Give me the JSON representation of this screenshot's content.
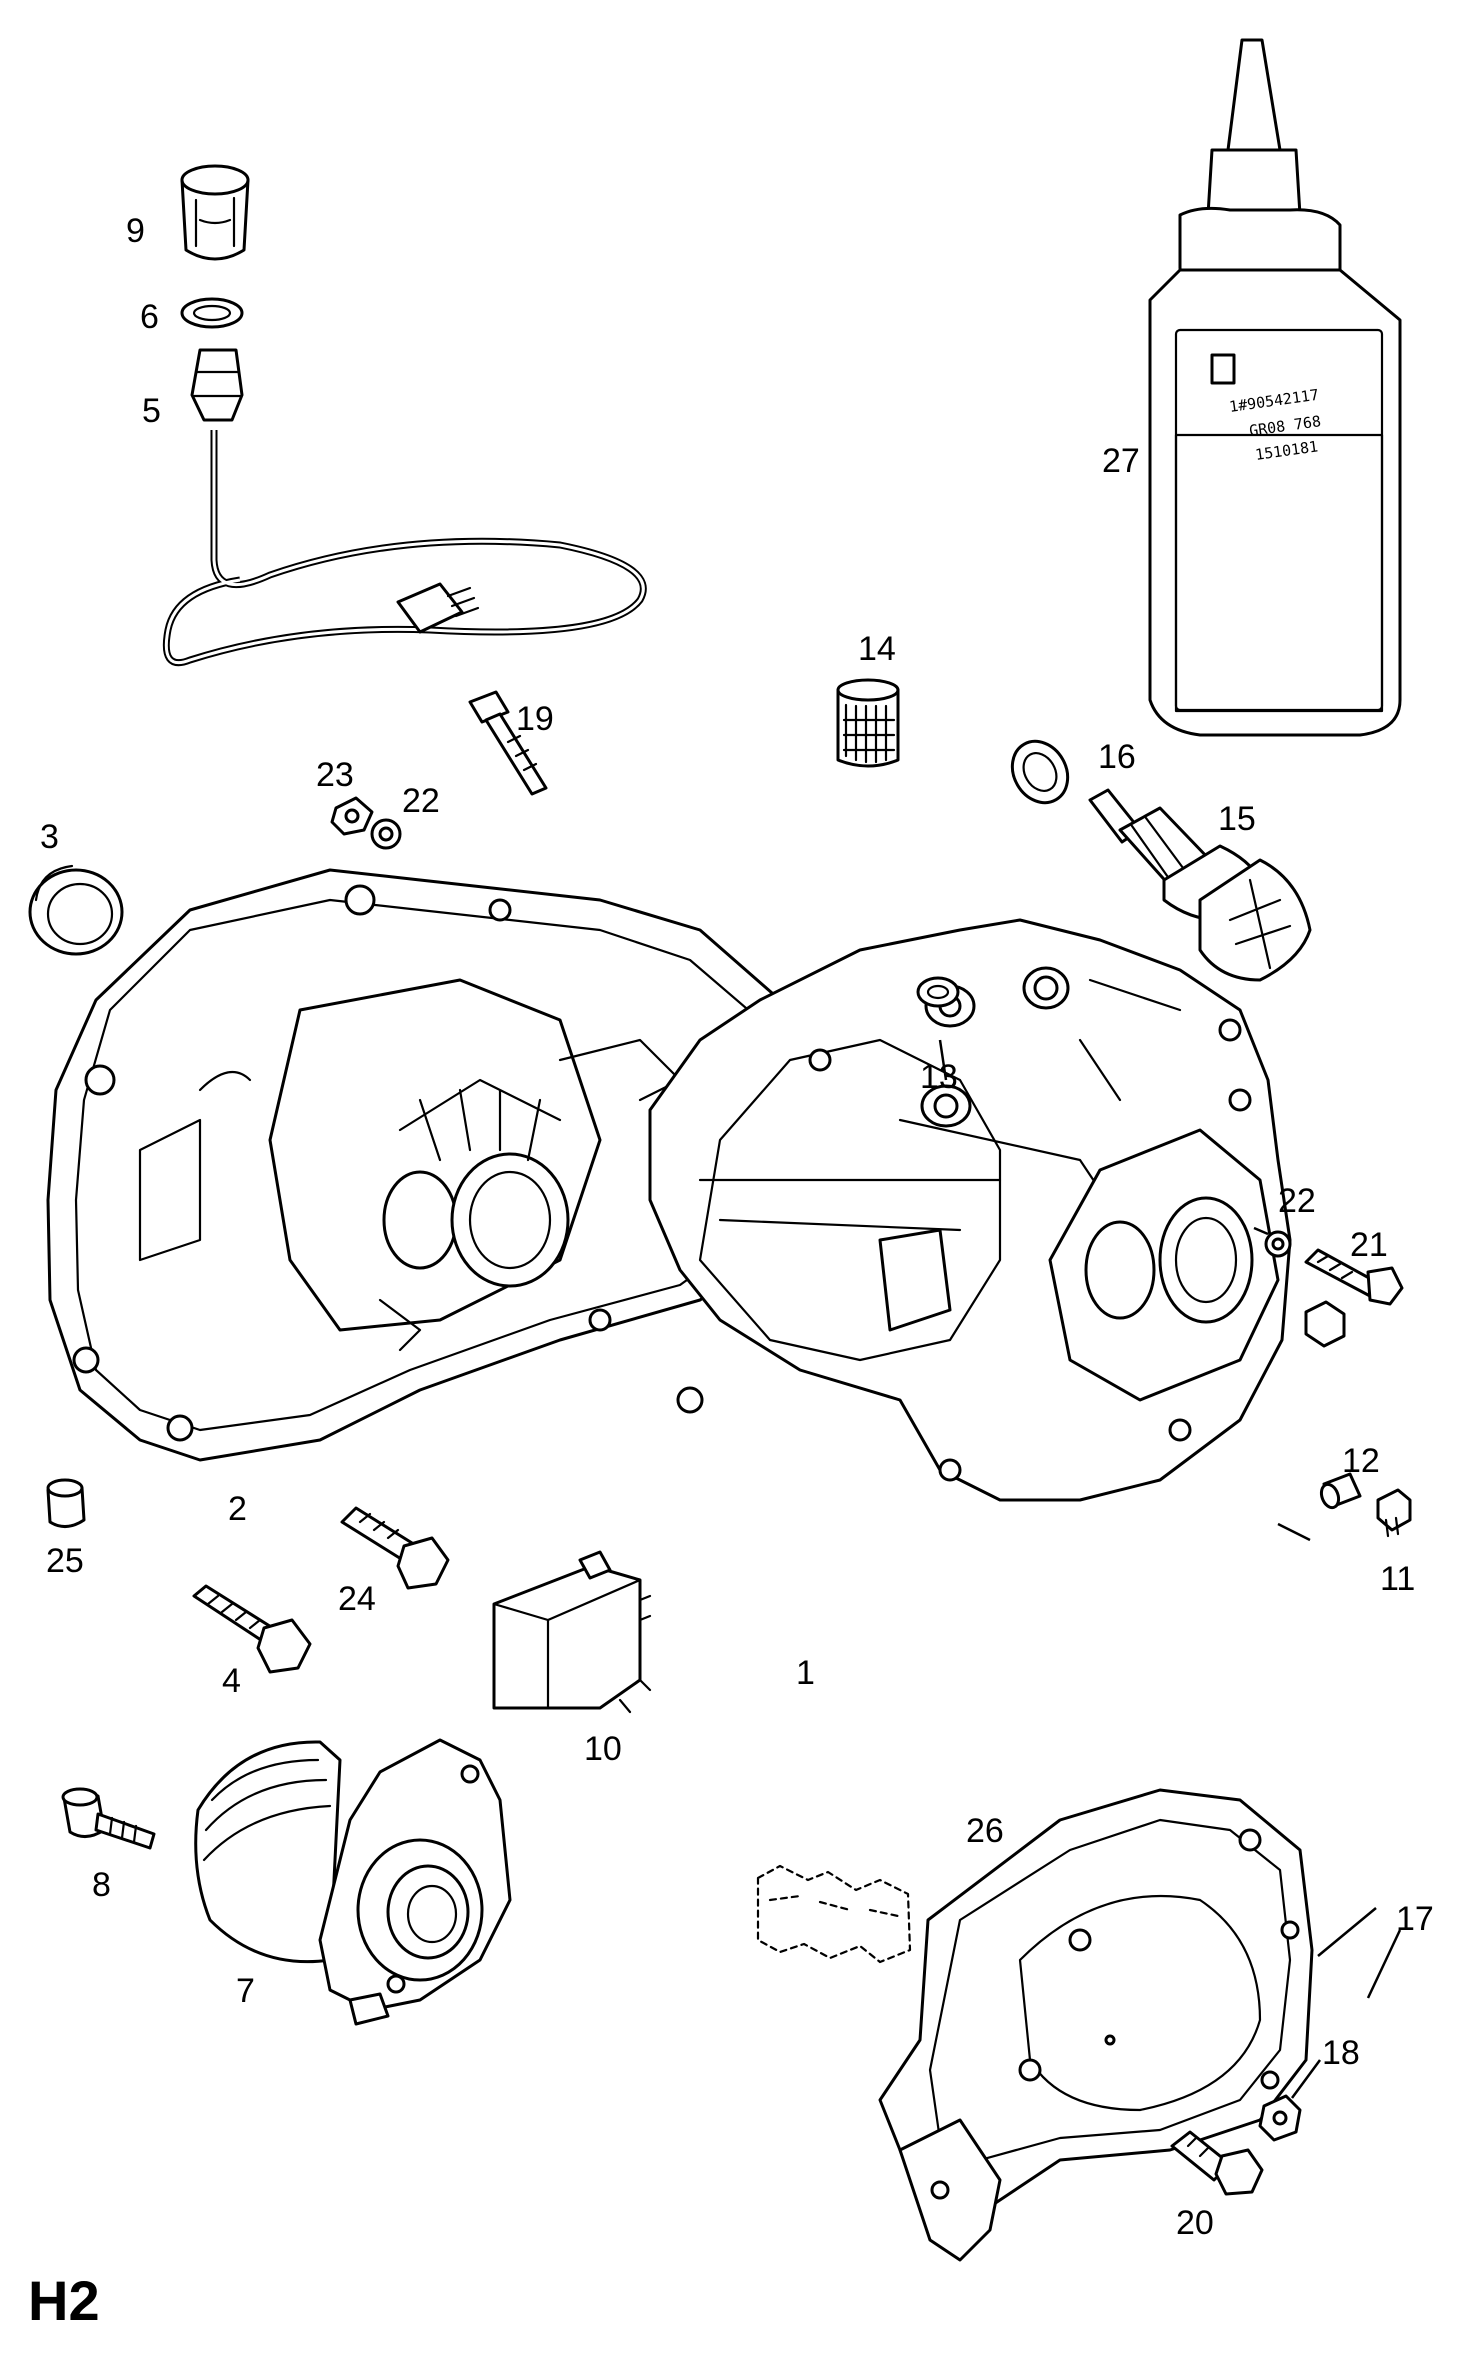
{
  "sheet": {
    "code": "H2"
  },
  "bottle_label": {
    "line1": "1#90542117",
    "line2": "GR08 768",
    "line3": "1510181"
  },
  "labels": {
    "l1": "1",
    "l2": "2",
    "l3": "3",
    "l4": "4",
    "l5": "5",
    "l6": "6",
    "l7": "7",
    "l8": "8",
    "l9": "9",
    "l10": "10",
    "l11": "11",
    "l12": "12",
    "l13": "13",
    "l14": "14",
    "l15": "15",
    "l16": "16",
    "l17": "17",
    "l18": "18",
    "l19": "19",
    "l20": "20",
    "l21": "21",
    "l22a": "22",
    "l22b": "22",
    "l23": "23",
    "l24": "24",
    "l25": "25",
    "l26": "26",
    "l27": "27"
  }
}
